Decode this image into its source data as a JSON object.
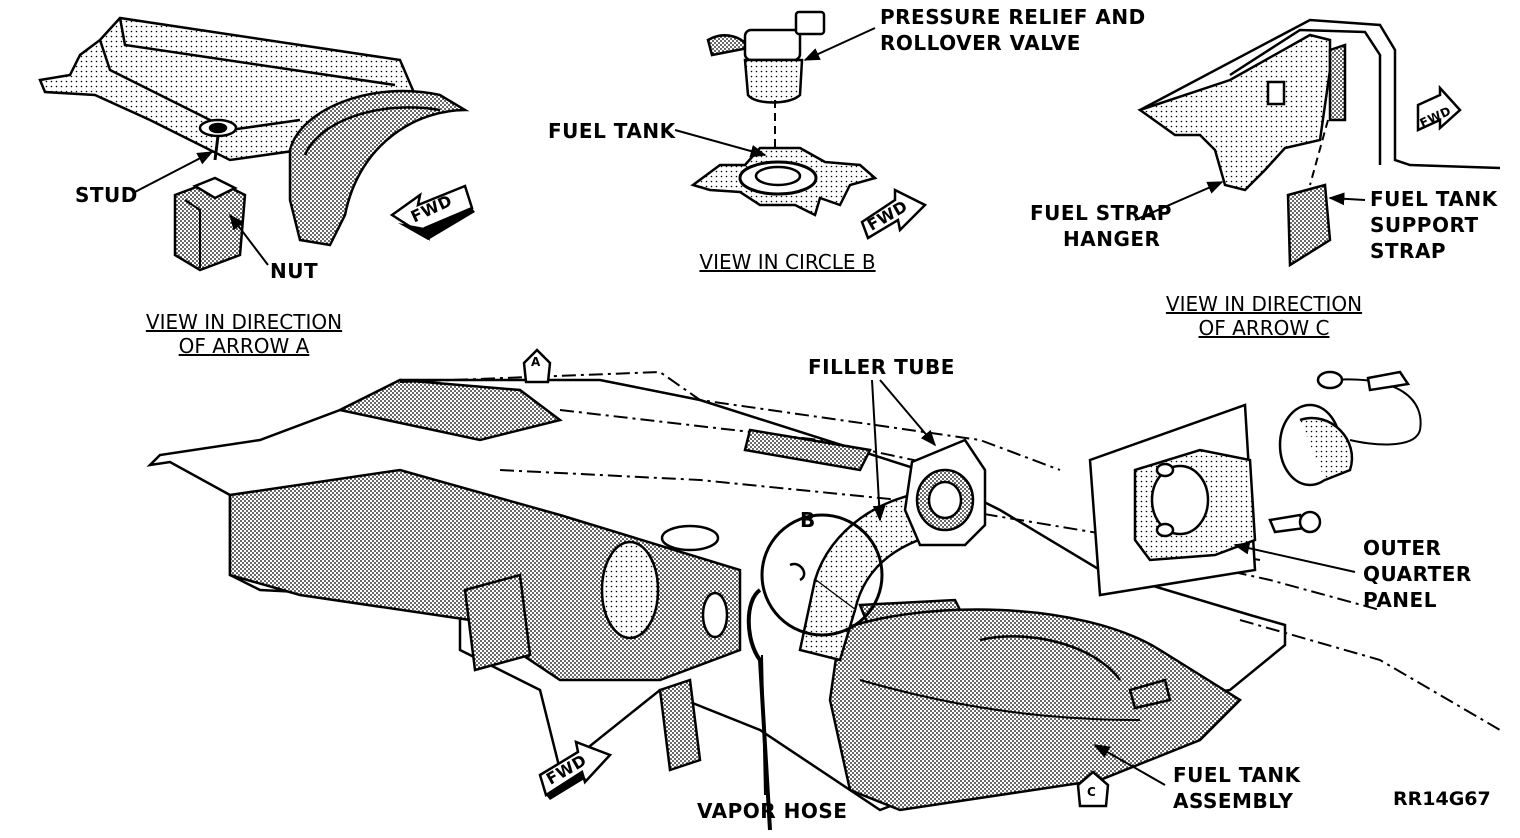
{
  "labels": {
    "pressure_relief_1": "PRESSURE RELIEF AND",
    "pressure_relief_2": "ROLLOVER VALVE",
    "fuel_tank": "FUEL TANK",
    "stud": "STUD",
    "nut": "NUT",
    "fuel_strap_hanger_1": "FUEL STRAP",
    "fuel_strap_hanger_2": "HANGER",
    "fuel_tank_support_strap_1": "FUEL TANK",
    "fuel_tank_support_strap_2": "SUPPORT",
    "fuel_tank_support_strap_3": "STRAP",
    "filler_tube": "FILLER TUBE",
    "outer_quarter_panel_1": "OUTER",
    "outer_quarter_panel_2": "QUARTER",
    "outer_quarter_panel_3": "PANEL",
    "fuel_tank_assembly_1": "FUEL TANK",
    "fuel_tank_assembly_2": "ASSEMBLY",
    "vapor_hose": "VAPOR HOSE",
    "circle_b": "B"
  },
  "captions": {
    "view_arrow_a_1": "VIEW IN DIRECTION",
    "view_arrow_a_2": "OF ARROW A",
    "view_circle_b": "VIEW IN CIRCLE B",
    "view_arrow_c_1": "VIEW IN DIRECTION",
    "view_arrow_c_2": "OF ARROW C"
  },
  "arrows": {
    "fwd": "FWD",
    "marker_a": "A",
    "marker_c": "C"
  },
  "reference": "RR14G67"
}
